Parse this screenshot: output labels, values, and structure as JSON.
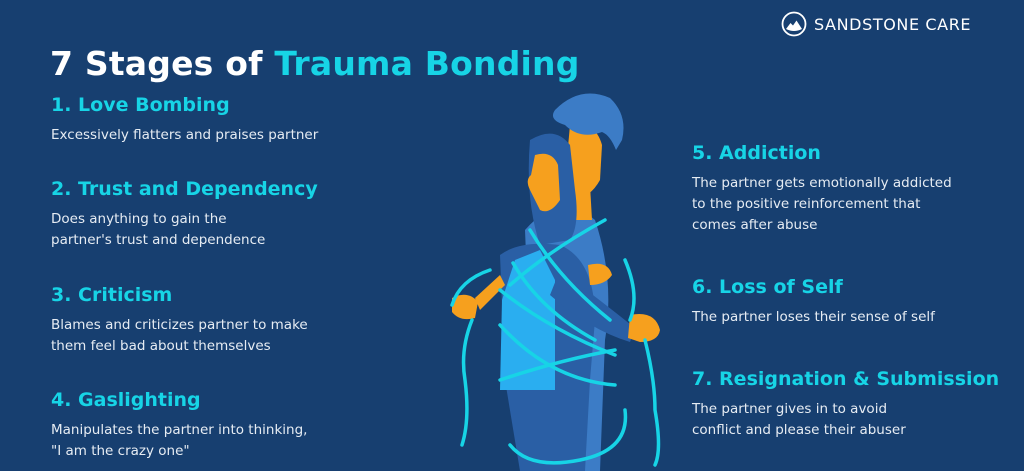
{
  "header": {
    "title_prefix": "7 Stages of ",
    "title_accent": "Trauma Bonding",
    "brand_name": "SANDSTONE CARE",
    "brand_icon": "mountain-circle-icon"
  },
  "stages": [
    {
      "heading": "1. Love Bombing",
      "description": "Excessively flatters and praises partner"
    },
    {
      "heading": "2. Trust and Dependency",
      "description": "Does anything to gain the\npartner's trust and dependence"
    },
    {
      "heading": "3. Criticism",
      "description": "Blames and criticizes partner to make\nthem feel bad about themselves"
    },
    {
      "heading": "4. Gaslighting",
      "description": "Manipulates the partner into thinking,\n\"I am the crazy one\""
    },
    {
      "heading": "5. Addiction",
      "description": "The partner gets emotionally addicted\nto the positive reinforcement that\ncomes after abuse"
    },
    {
      "heading": "6. Loss of Self",
      "description": "The partner loses their sense of self"
    },
    {
      "heading": "7. Resignation & Submission",
      "description": "The partner gives in to avoid\nconflict and please their abuser"
    }
  ],
  "illustration": {
    "subject": "two-figures-bound-by-rope-illustration"
  },
  "colors": {
    "background": "#173f70",
    "accent": "#17d4e6",
    "heading_text": "#ffffff",
    "body_text": "#e6ecf3",
    "skin": "#f6a01e",
    "figure_dark": "#2a5fa5",
    "figure_light": "#3c7cc6",
    "shirt": "#2aaef0",
    "rope": "#17d4e6"
  }
}
